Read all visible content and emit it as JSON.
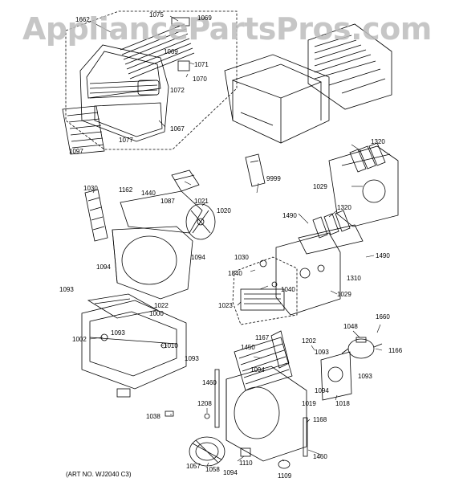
{
  "watermark": "AppliancePartsPros.com",
  "art_number": "(ART NO. WJ2040 C3)",
  "part_labels": {
    "p1662": "1662",
    "p1075": "1075",
    "p1069a": "1069",
    "p1069b": "1069",
    "p1071": "1071",
    "p1070": "1070",
    "p1072": "1072",
    "p1067": "1067",
    "p1077": "1077",
    "p1097": "1097",
    "p1320a": "1320",
    "p1029a": "1029",
    "p9999": "9999",
    "p1030a": "1030",
    "p1162": "1162",
    "p1440": "1440",
    "p1087": "1087",
    "p1021": "1021",
    "p1020": "1020",
    "p1490a": "1490",
    "p1320b": "1320",
    "p1094a": "1094",
    "p1094b": "1094",
    "p1093a": "1093",
    "p1030b": "1030",
    "p1840": "1840",
    "p1040": "1040",
    "p1490b": "1490",
    "p1310": "1310",
    "p1029b": "1029",
    "p1022": "1022",
    "p1000": "1000",
    "p1023": "1023",
    "p1002": "1002",
    "p1093b": "1093",
    "p1010": "1010",
    "p1167": "1167",
    "p1450": "1450",
    "p1048": "1048",
    "p1660": "1660",
    "p1202": "1202",
    "p1093c": "1093",
    "p1166": "1166",
    "p1093d": "1093",
    "p1094c": "1094",
    "p1093e": "1093",
    "p1460a": "1460",
    "p1094d": "1094",
    "p1019": "1019",
    "p1018": "1018",
    "p1208": "1208",
    "p1038": "1038",
    "p1168": "1168",
    "p1460b": "1460",
    "p1057": "1057",
    "p1058": "1058",
    "p1094e": "1094",
    "p1110": "1110",
    "p1109": "1109"
  }
}
